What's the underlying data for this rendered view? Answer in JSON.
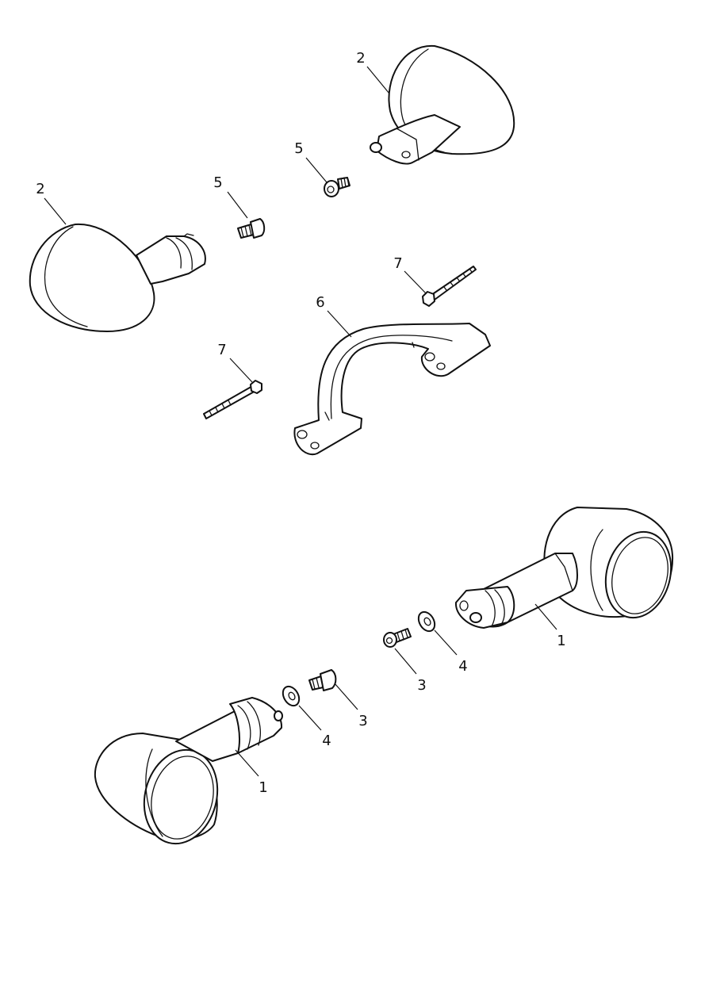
{
  "callouts": {
    "c1": "2",
    "c2": "5",
    "c3": "5",
    "c4": "2",
    "c5": "7",
    "c6": "6",
    "c7": "7",
    "c8": "1",
    "c9": "4",
    "c10": "3",
    "c11": "3",
    "c12": "4",
    "c13": "1"
  }
}
